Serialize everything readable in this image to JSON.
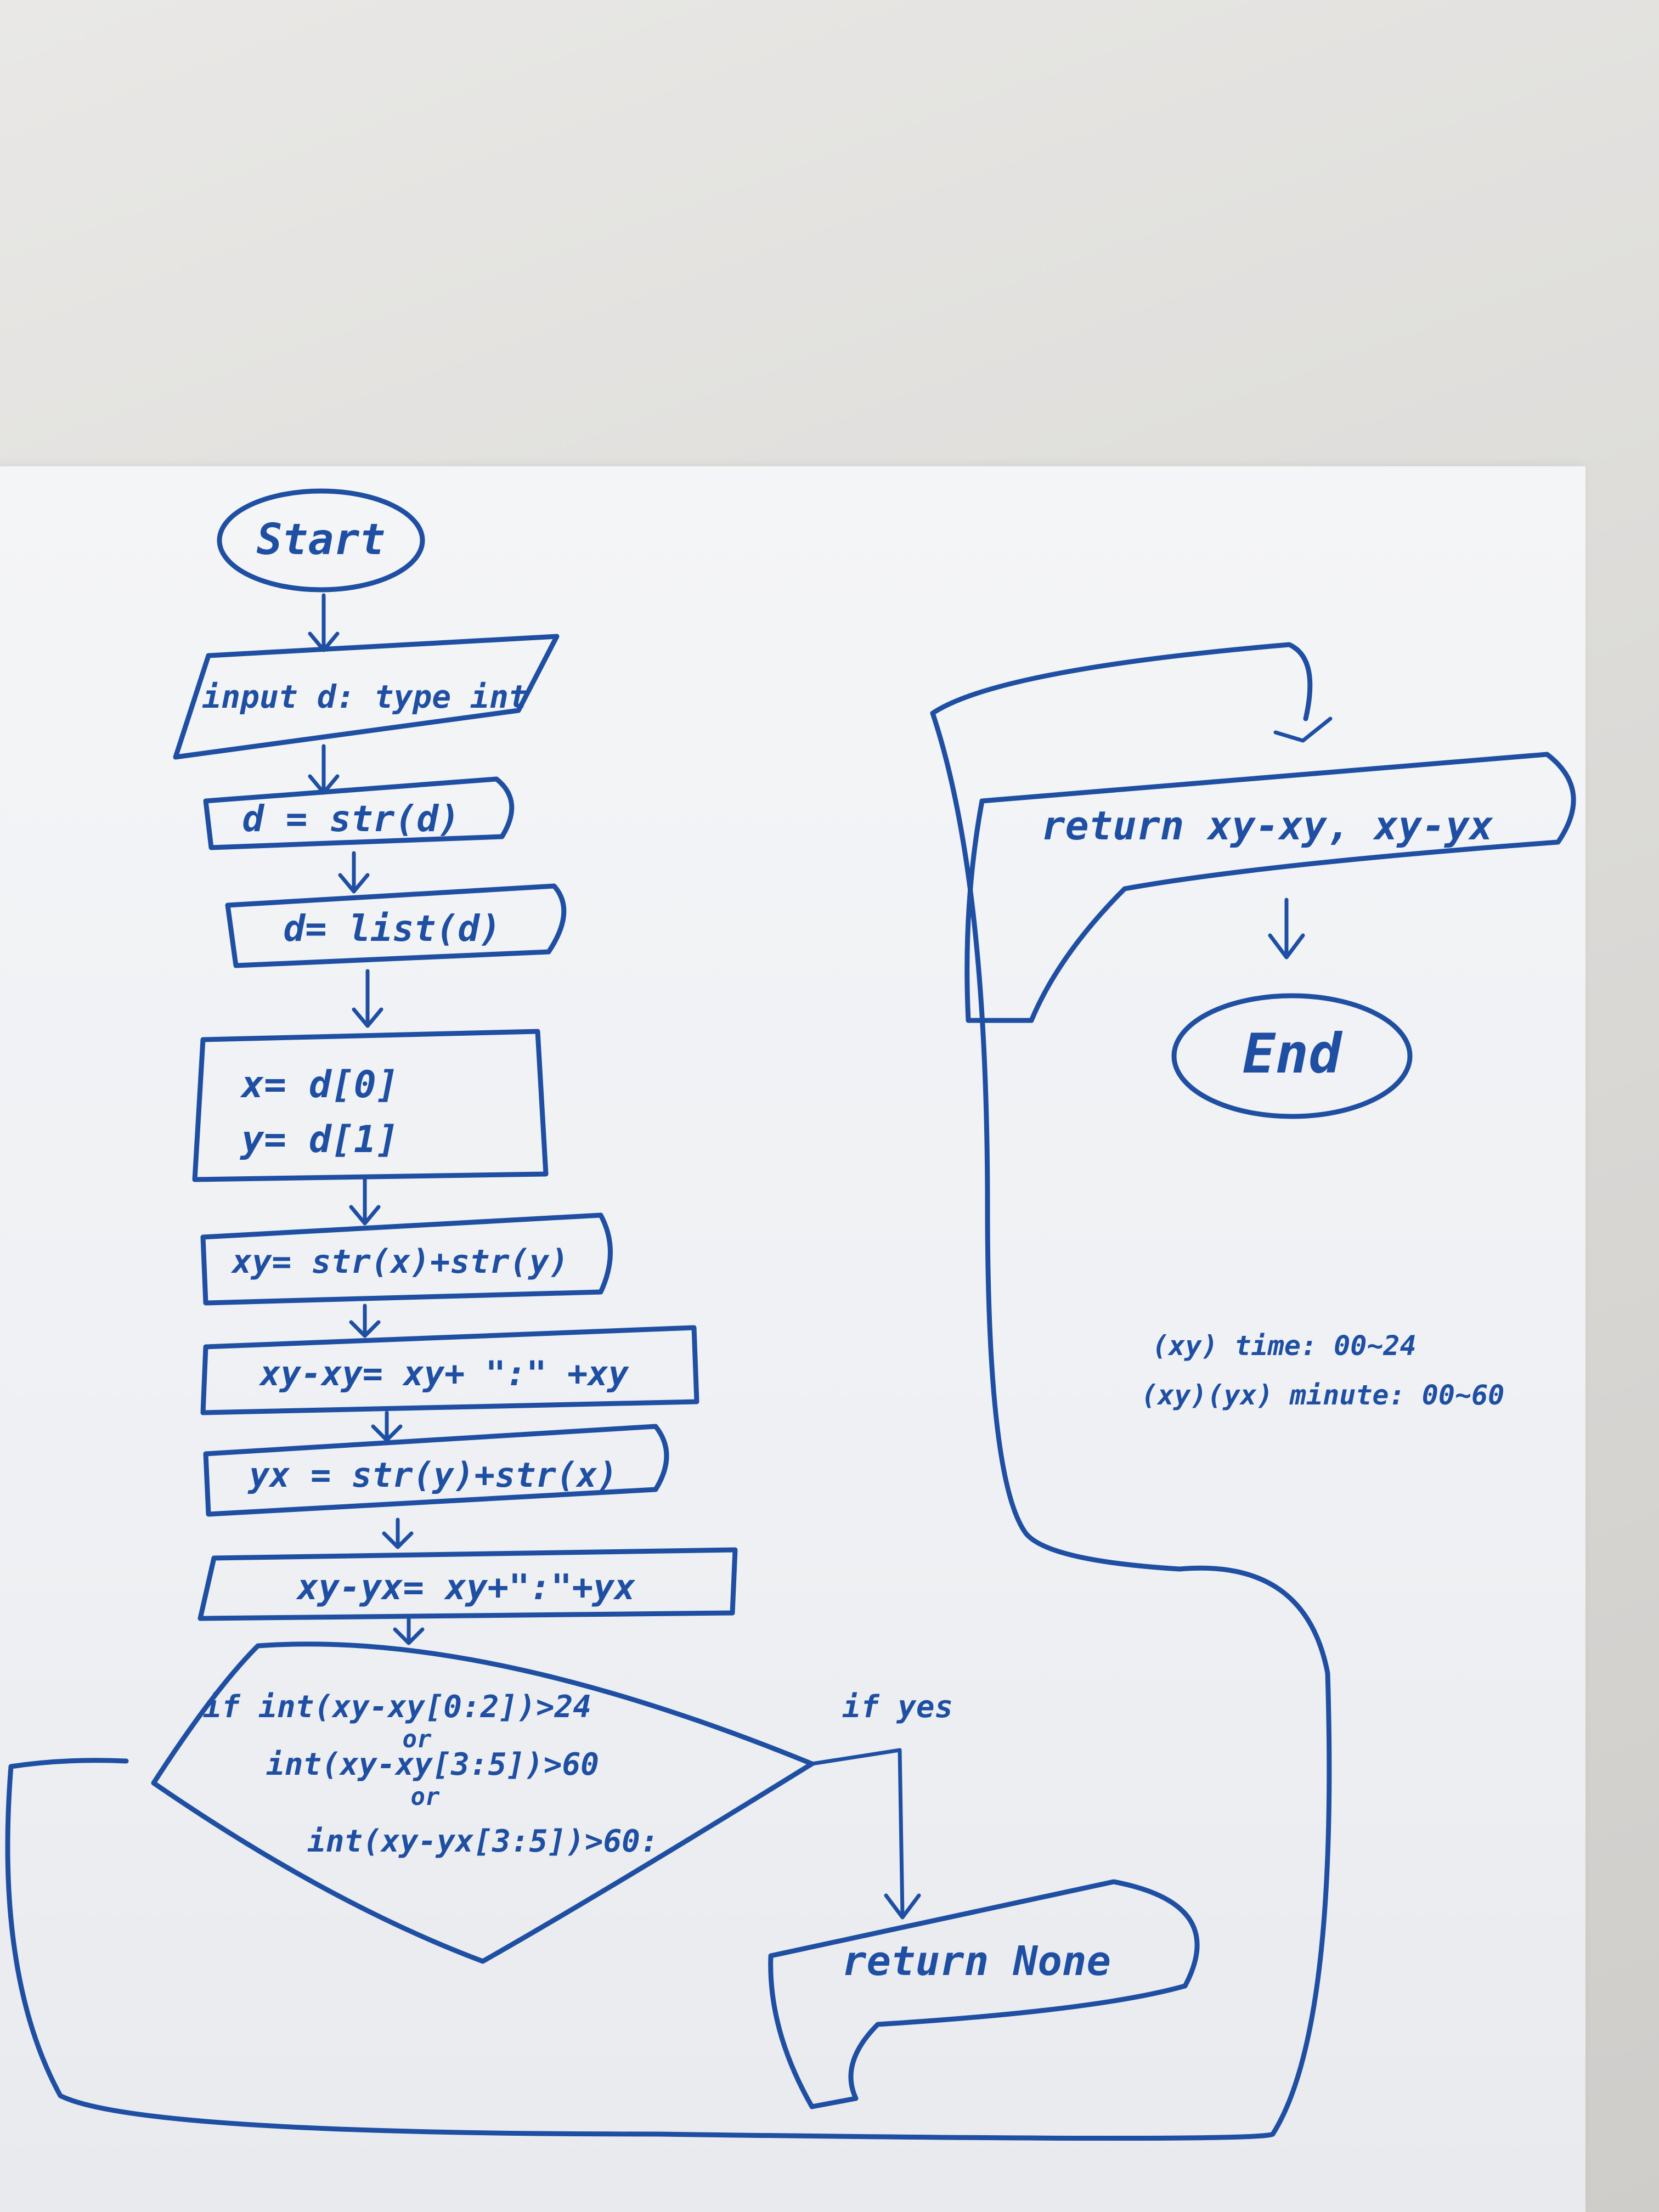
{
  "flowchart": {
    "start": "Start",
    "input": "input d: type int",
    "to_str": "d = str(d)",
    "to_list": "d= list(d)",
    "assign_x": "x= d[0]",
    "assign_y": "y= d[1]",
    "build_xy": "xy= str(x)+str(y)",
    "build_xy_xy": "xy-xy= xy+ \":\" +xy",
    "build_yx": "yx = str(y)+str(x)",
    "build_xy_yx": "xy-yx= xy+\":\"+yx",
    "decision_line1": "if int(xy-xy[0:2])>24",
    "decision_or1": "or",
    "decision_line2": "int(xy-xy[3:5])>60",
    "decision_or2": "or",
    "decision_line3": "int(xy-yx[3:5])>60:",
    "branch_label": "if yes",
    "return_none": "return None",
    "return_values": "return xy-xy, xy-yx",
    "end": "End"
  },
  "notes": {
    "line1": "(xy) time: 00~24",
    "line2": "(xy)(yx) minute: 00~60"
  }
}
